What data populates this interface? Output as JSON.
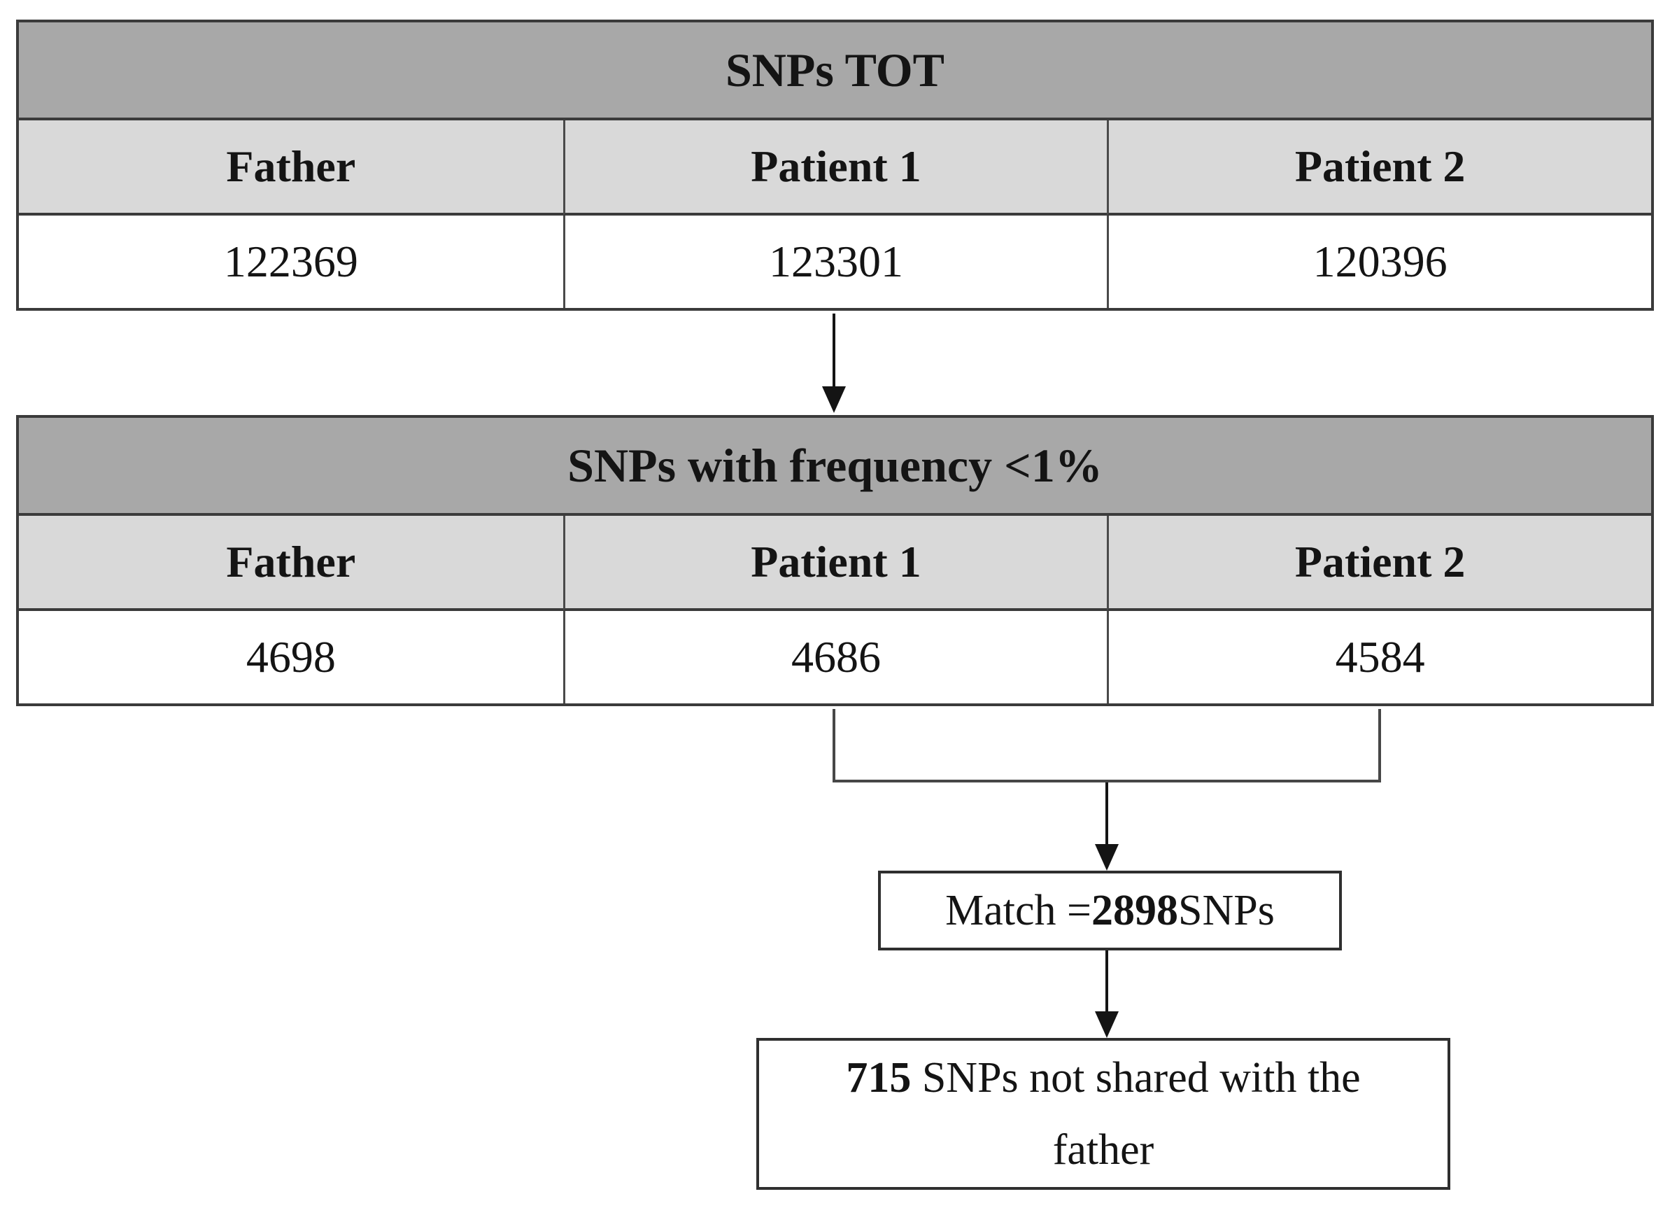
{
  "page": {
    "background": "#ffffff",
    "text_color": "#141414"
  },
  "palette": {
    "table_title_bg": "#a8a8a8",
    "table_header_bg": "#d9d9d9",
    "cell_bg": "#ffffff",
    "table_border": "#3b3b3b",
    "box_border": "#2f2f2f",
    "arrow_color": "#141414",
    "bracket_color": "#474747"
  },
  "table1": {
    "title": "SNPs TOT",
    "columns": [
      "Father",
      "Patient 1",
      "Patient 2"
    ],
    "values": [
      "122369",
      "123301",
      "120396"
    ]
  },
  "table2": {
    "title": "SNPs with frequency <1%",
    "columns": [
      "Father",
      "Patient 1",
      "Patient 2"
    ],
    "values": [
      "4698",
      "4686",
      "4584"
    ]
  },
  "match_box": {
    "prefix": "Match = ",
    "value": "2898",
    "suffix": " SNPs"
  },
  "result_box": {
    "value": "715",
    "line1_rest": " SNPs not shared with the",
    "line2": "father"
  },
  "connectors": {
    "arrow_icon": "down-arrow",
    "merge_icon": "merge-bracket"
  }
}
